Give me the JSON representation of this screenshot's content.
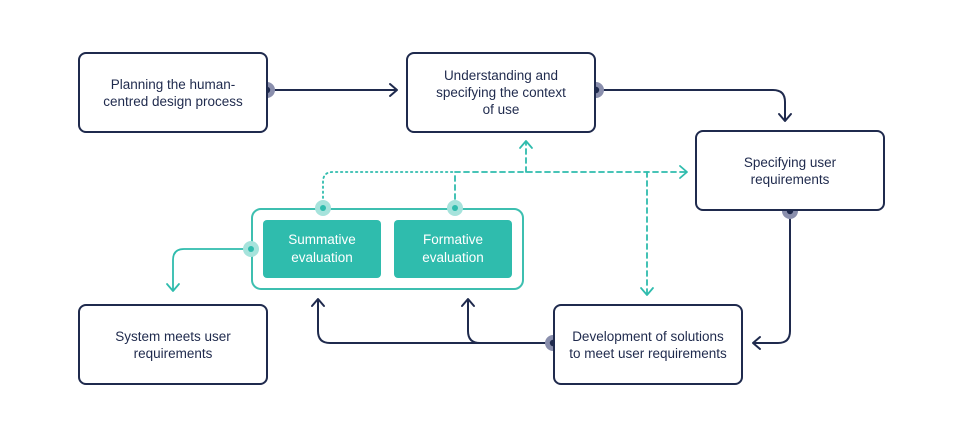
{
  "diagram": {
    "nodes": {
      "planning": "Planning the human-\ncentred design process",
      "context": "Understanding and\nspecifying the context\nof use",
      "requirements": "Specifying user\nrequirements",
      "development": "Development of solutions\nto meet user requirements",
      "meets": "System meets user\nrequirements",
      "summative": "Summative\nevaluation",
      "formative": "Formative\nevaluation"
    }
  },
  "colors": {
    "navy": "#1f2a4d",
    "teal": "#2fbcad",
    "teal_outline": "#3dbfb0",
    "navy_connector_halo": "#8a8fad",
    "teal_connector_halo": "#a6e3dc"
  }
}
